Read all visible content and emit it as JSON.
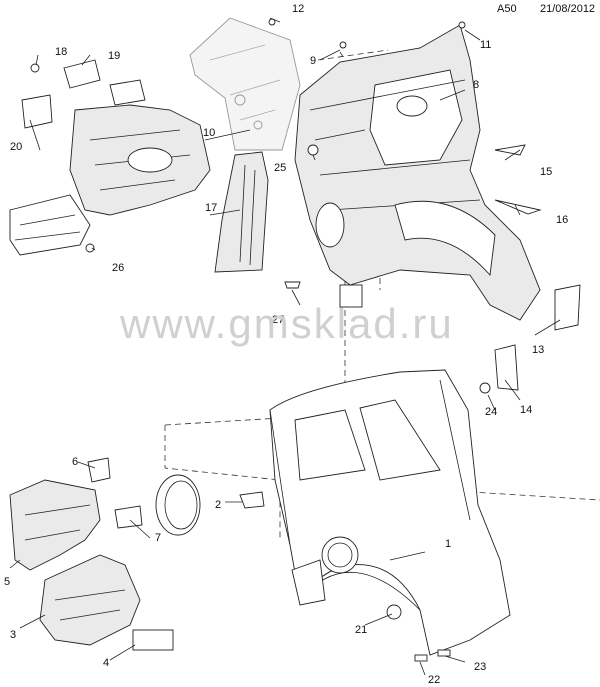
{
  "header": {
    "diagram_code": "A50",
    "date": "21/08/2012"
  },
  "watermark": "www.gmsklad.ru",
  "callouts": [
    "1",
    "2",
    "3",
    "4",
    "5",
    "6",
    "7",
    "8",
    "9",
    "10",
    "11",
    "12",
    "13",
    "14",
    "15",
    "16",
    "17",
    "18",
    "19",
    "20",
    "21",
    "22",
    "23",
    "24",
    "25",
    "26",
    "27"
  ]
}
